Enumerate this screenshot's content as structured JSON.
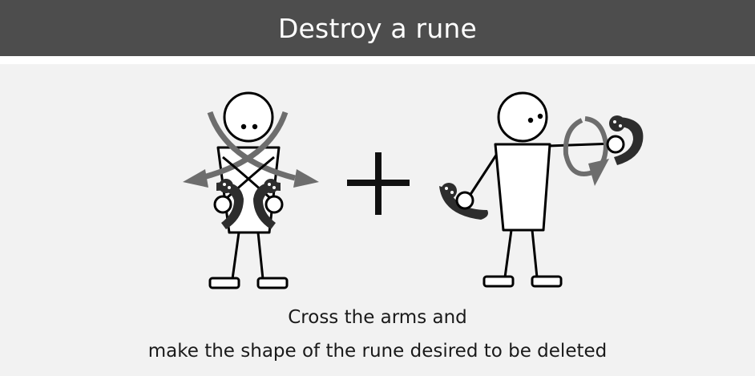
{
  "header": {
    "title": "Destroy a rune"
  },
  "caption": {
    "line1": "Cross the arms and",
    "line2": "make the shape of the rune desired to be deleted"
  },
  "icons": {
    "left_figure": "stick-figure-crossed-arms",
    "plus": "plus-icon",
    "right_figure": "stick-figure-drawing-rune",
    "arrows": "curved-arrow-icon",
    "controllers": "vr-controller-icon"
  },
  "colors": {
    "header_bg": "#4d4d4d",
    "panel_bg": "#f2f2f2",
    "arrow": "#6d6d6d",
    "controller": "#2d2d2d"
  }
}
